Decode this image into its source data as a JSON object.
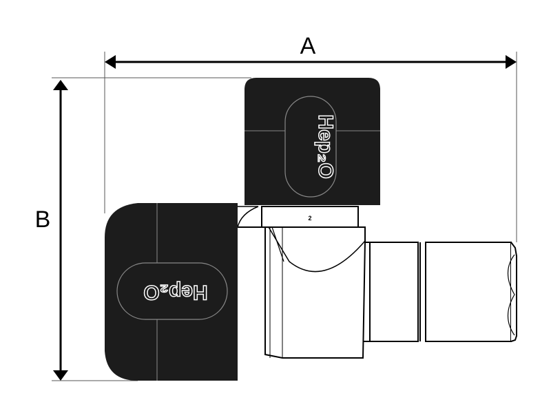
{
  "dimensions": {
    "a_label": "A",
    "b_label": "B"
  },
  "part": {
    "marking": "2",
    "brand_logo": "Hep2O"
  },
  "colors": {
    "cap": "#1c1c1c",
    "line": "#000000",
    "background": "#ffffff"
  }
}
